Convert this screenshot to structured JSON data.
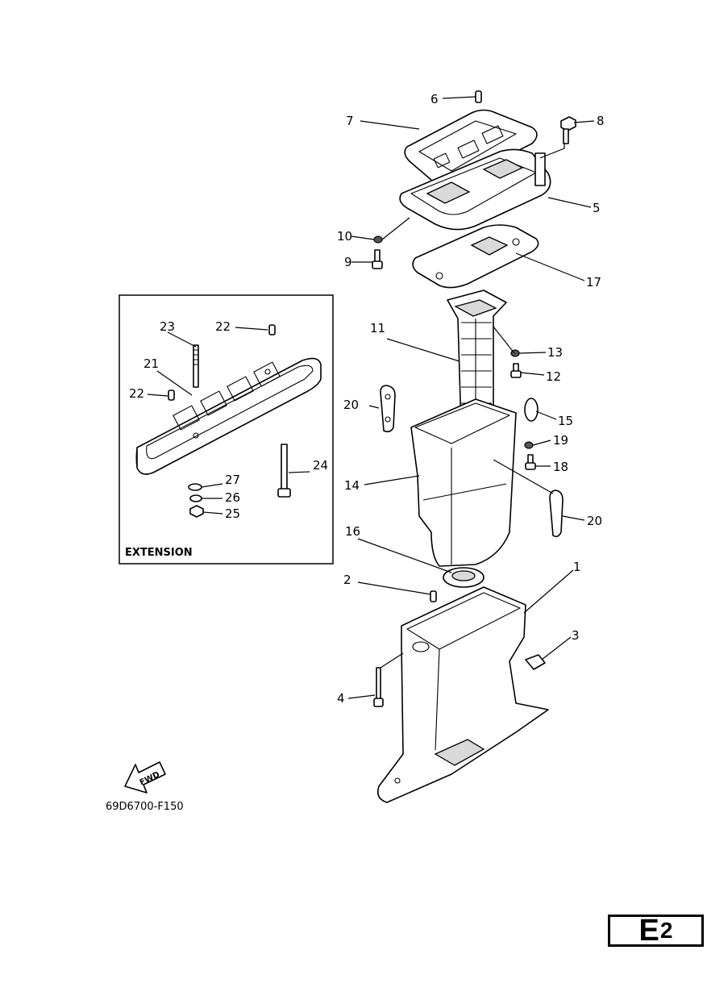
{
  "callouts": {
    "c1": "1",
    "c2": "2",
    "c3": "3",
    "c4": "4",
    "c5": "5",
    "c6": "6",
    "c7": "7",
    "c8": "8",
    "c9": "9",
    "c10": "10",
    "c11": "11",
    "c12": "12",
    "c13": "13",
    "c14": "14",
    "c15": "15",
    "c16": "16",
    "c17": "17",
    "c18": "18",
    "c19": "19",
    "c20a": "20",
    "c20b": "20",
    "c21": "21",
    "c22a": "22",
    "c22b": "22",
    "c23": "23",
    "c24": "24",
    "c25": "25",
    "c26": "26",
    "c27": "27"
  },
  "inset": {
    "title": "EXTENSION"
  },
  "fwd_label": "FWD",
  "figure_code": "69D6700-F150",
  "section_badge": {
    "letter": "E",
    "number": "2"
  }
}
